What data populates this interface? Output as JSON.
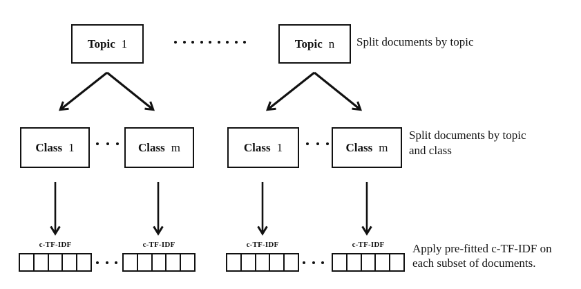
{
  "colors": {
    "ink": "#111111",
    "background": "#ffffff"
  },
  "topics": [
    {
      "name": "Topic",
      "var": "1"
    },
    {
      "name": "Topic",
      "var": "n"
    }
  ],
  "classes": [
    {
      "name": "Class",
      "var": "1"
    },
    {
      "name": "Class",
      "var": "m"
    },
    {
      "name": "Class",
      "var": "1"
    },
    {
      "name": "Class",
      "var": "m"
    }
  ],
  "vector": {
    "label": "c-TF-IDF",
    "cells": 5
  },
  "ellipsis": {
    "topic_row": 9,
    "class_row": 3,
    "vector_row": 3
  },
  "annotations": {
    "topic": "Split documents by topic",
    "class_line1": "Split documents by topic",
    "class_line2": "and class",
    "ctfidf_line1": "Apply pre-fitted c-TF-IDF on",
    "ctfidf_line2": "each subset of documents."
  }
}
